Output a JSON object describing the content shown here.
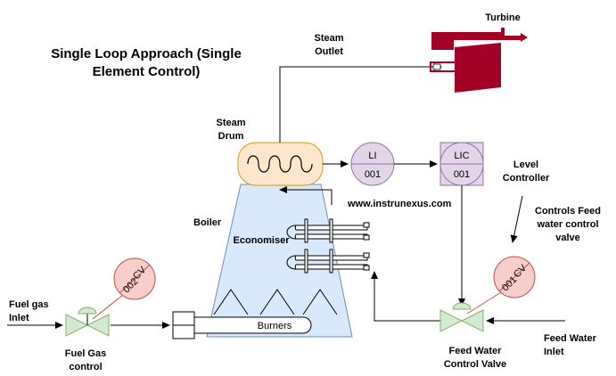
{
  "title": {
    "line1": "Single Loop Approach (Single",
    "line2": "Element Control)"
  },
  "labels": {
    "turbine": "Turbine",
    "steam_outlet_1": "Steam",
    "steam_outlet_2": "Outlet",
    "steam_drum_1": "Steam",
    "steam_drum_2": "Drum",
    "boiler": "Boiler",
    "economiser": "Economiser",
    "burners": "Burners",
    "website": "www.instrunexus.com",
    "level_controller_1": "Level",
    "level_controller_2": "Controller",
    "controls_1": "Controls Feed",
    "controls_2": "water control",
    "controls_3": "valve",
    "fuel_inlet_1": "Fuel gas",
    "fuel_inlet_2": "Inlet",
    "fuel_control_1": "Fuel Gas",
    "fuel_control_2": "control",
    "fwcv_1": "Feed Water",
    "fwcv_2": "Control Valve",
    "fw_inlet_1": "Feed Water",
    "fw_inlet_2": "Inlet"
  },
  "instruments": {
    "li": {
      "tag": "LI",
      "number": "001"
    },
    "lic": {
      "tag": "LIC",
      "number": "001"
    },
    "cv_fuel": {
      "tag": "CV",
      "number": "002"
    },
    "cv_feed": {
      "tag": "CV",
      "number": "001"
    }
  },
  "colors": {
    "boiler_fill": "#dae8fc",
    "boiler_stroke": "#6c8ebf",
    "drum_fill": "#ffe6cc",
    "drum_stroke": "#d79b00",
    "instrument_fill": "#e1d5e7",
    "instrument_stroke": "#9673a6",
    "valve_fill": "#d5e8d4",
    "valve_stroke": "#82b366",
    "cv_fill": "#f8cecc",
    "cv_stroke": "#b85450",
    "turbine": "#a20025"
  }
}
